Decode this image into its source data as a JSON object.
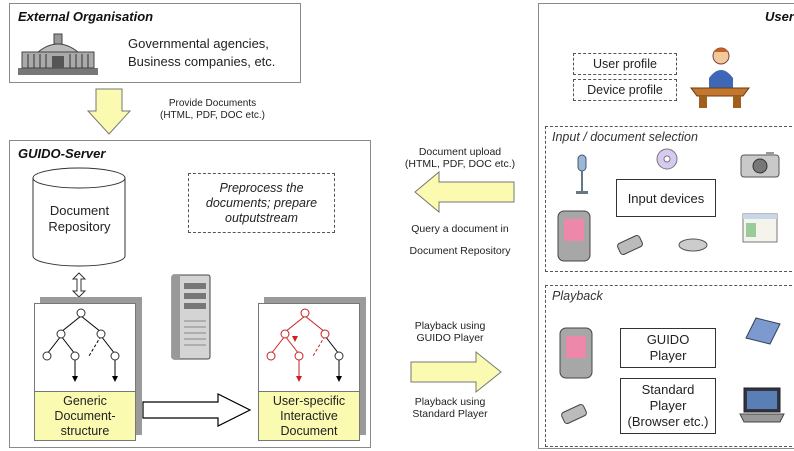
{
  "external": {
    "title": "External Organisation",
    "line1": "Governmental agencies,",
    "line2": "Business companies, etc."
  },
  "provide_docs": {
    "line1": "Provide Documents",
    "line2": "(HTML, PDF, DOC etc.)"
  },
  "server": {
    "title": "GUIDO-Server",
    "repo_line1": "Document",
    "repo_line2": "Repository",
    "preprocess_line1": "Preprocess the",
    "preprocess_line2": "documents; prepare",
    "preprocess_line3": "outputstream",
    "generic_line1": "Generic",
    "generic_line2": "Document-",
    "generic_line3": "structure",
    "user_doc_line1": "User-specific",
    "user_doc_line2": "Interactive",
    "user_doc_line3": "Document"
  },
  "middle": {
    "upload_line1": "Document upload",
    "upload_line2": "(HTML, PDF, DOC etc.)",
    "query_line1": "Query a document in",
    "query_line2": "Document Repository",
    "playback_guido_line1": "Playback using",
    "playback_guido_line2": "GUIDO Player",
    "playback_std_line1": "Playback using",
    "playback_std_line2": "Standard Player"
  },
  "user": {
    "title": "User",
    "profile": "User profile",
    "device_profile": "Device profile",
    "input_title": "Input / document selection",
    "input_devices": "Input devices",
    "playback_title": "Playback",
    "guido_player_line1": "GUIDO",
    "guido_player_line2": "Player",
    "standard_player_line1": "Standard",
    "standard_player_line2": "Player",
    "standard_player_line3": "(Browser etc.)"
  },
  "colors": {
    "arrow_yellow": "#fafab0",
    "tree_red": "#cc1f1f",
    "panel_border": "#8a8a8a"
  }
}
